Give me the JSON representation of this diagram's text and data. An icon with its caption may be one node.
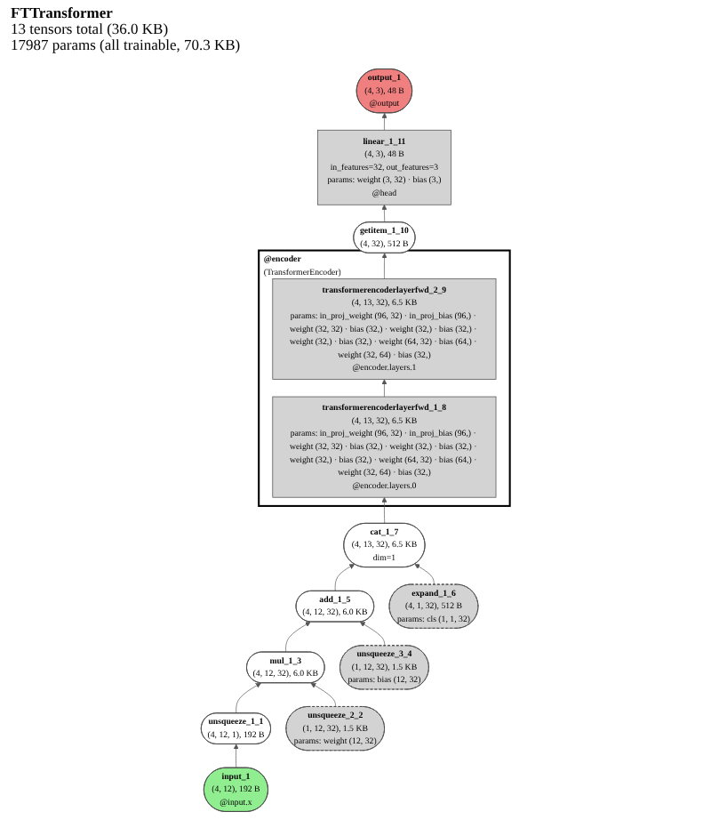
{
  "diagram": {
    "title": "FTTransformer",
    "labels": [
      "13 tensors total (36.0 KB)",
      "17987 params (all trainable, 70.3 KB)"
    ],
    "nodes": [
      {
        "text": [
          "output_1",
          "(4, 3), 48 B",
          "@output"
        ]
      },
      {
        "text": [
          "linear_1_11",
          "(4, 3), 48 B",
          "in_features=32, out_features=3",
          "params: weight (3, 32) · bias (3,)",
          "@head"
        ]
      },
      {
        "text": [
          "getitem_1_10",
          "(4, 32), 512 B"
        ]
      },
      {
        "text": [
          "@encoder",
          "(TransformerEncoder)"
        ]
      },
      {
        "text": [
          "transformerencoderlayerfwd_2_9",
          "(4, 13, 32), 6.5 KB",
          "params: in_proj_weight (96, 32) · in_proj_bias (96,) · weight (32, 32) · bias (32,) · weight (32,) · bias (32,) · weight (32,) · bias (32,) · weight (64, 32) · bias (64,) · weight (32, 64) · bias (32,)",
          "@encoder.layers.1"
        ],
        "in": 3
      },
      {
        "text": [
          "transformerencoderlayerfwd_1_8",
          "(4, 13, 32), 6.5 KB",
          "params: in_proj_weight (96, 32) · in_proj_bias (96,) · weight (32, 32) · bias (32,) · weight (32,) · bias (32,) · weight (32,) · bias (32,) · weight (64, 32) · bias (64,) · weight (32, 64) · bias (32,)",
          "@encoder.layers.0"
        ],
        "in": 3
      },
      {
        "text": [
          "cat_1_7",
          "(4, 13, 32), 6.5 KB",
          "dim=1"
        ]
      },
      {
        "text": [
          "expand_1_6",
          "(4, 1, 32), 512 B",
          "params: cls (1, 1, 32)"
        ]
      },
      {
        "text": [
          "add_1_5",
          "(4, 12, 32), 6.0 KB"
        ]
      },
      {
        "text": [
          "unsqueeze_3_4",
          "(1, 12, 32), 1.5 KB",
          "params: bias (12, 32)"
        ]
      },
      {
        "text": [
          "mul_1_3",
          "(4, 12, 32), 6.0 KB"
        ]
      },
      {
        "text": [
          "unsqueeze_2_2",
          "(1, 12, 32), 1.5 KB",
          "params: weight (12, 32)"
        ]
      },
      {
        "text": [
          "unsqueeze_1_1",
          "(4, 12, 1), 192 B"
        ]
      },
      {
        "text": [
          "input_1",
          "(4, 12), 192 B",
          "@input.x"
        ]
      }
    ],
    "edges": [
      {
        "from": 13,
        "to": 12,
        "arrow": "to"
      },
      {
        "from": 12,
        "to": 10,
        "arrow": "to"
      },
      {
        "from": 11,
        "to": 10,
        "arrow": "to"
      },
      {
        "from": 10,
        "to": 8,
        "arrow": "to"
      },
      {
        "from": 9,
        "to": 8,
        "arrow": "to"
      },
      {
        "from": 8,
        "to": 6,
        "arrow": "to"
      },
      {
        "from": 7,
        "to": 6,
        "arrow": "to"
      },
      {
        "from": 6,
        "to": 5,
        "arrow": "to"
      },
      {
        "from": 5,
        "to": 4,
        "arrow": "to"
      },
      {
        "from": 4,
        "to": 2,
        "arrow": "to"
      },
      {
        "from": 2,
        "to": 1,
        "arrow": "to"
      },
      {
        "from": 1,
        "to": 0,
        "arrow": "to"
      }
    ]
  }
}
